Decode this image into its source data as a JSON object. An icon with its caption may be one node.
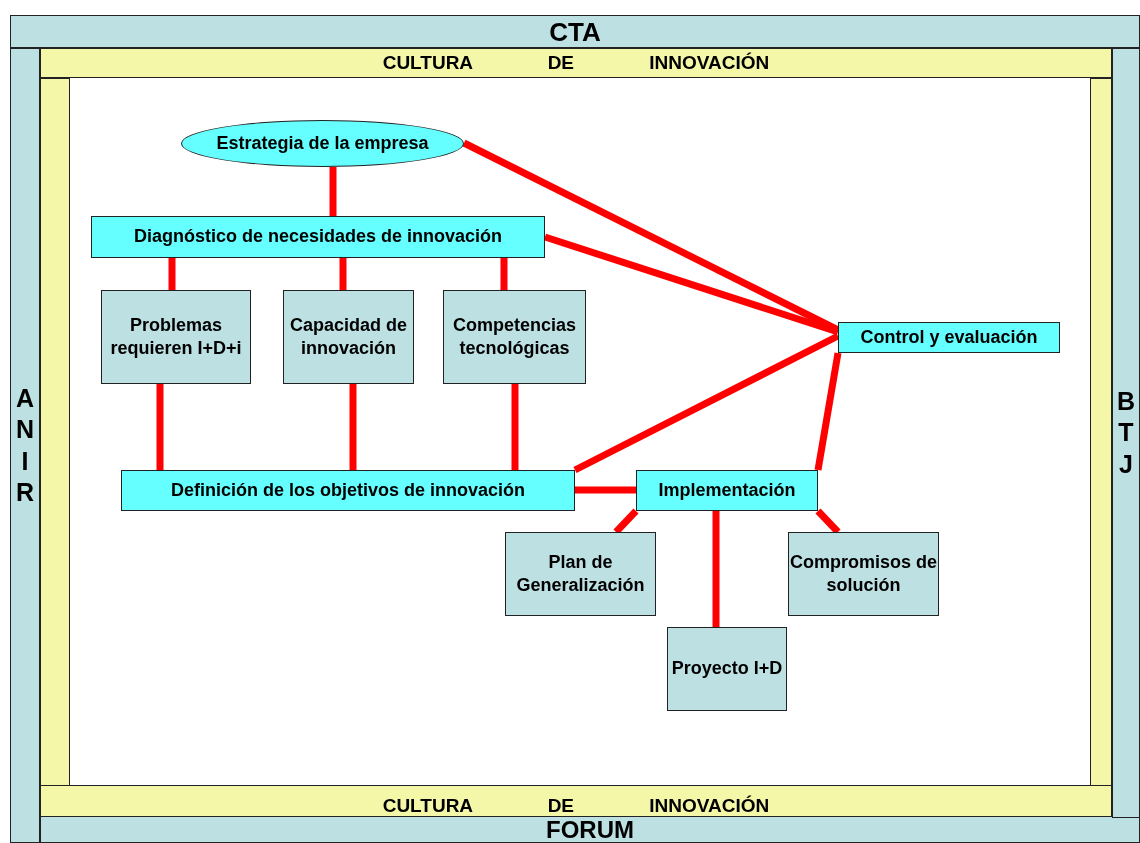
{
  "diagram": {
    "nodes": [
      {
        "text": [
          "CTA"
        ]
      },
      {
        "text": [
          "CULTURA DE INNOVACIÓN"
        ]
      },
      {
        "text": [
          "ANIR"
        ]
      },
      {
        "text": [],
        "shape": "bar"
      },
      {
        "text": [
          "Estrategia de la empresa"
        ]
      },
      {
        "text": [
          "Diagnóstico de necesidades de innovación"
        ]
      },
      {
        "text": [
          "Problemas requieren I+D+i"
        ]
      },
      {
        "text": [
          "Capacidad de innovación"
        ]
      },
      {
        "text": [
          "Competencias tecnológicas"
        ]
      },
      {
        "text": [
          "Control y evaluación"
        ]
      },
      {
        "text": [
          "Definición de los objetivos de innovación"
        ]
      },
      {
        "text": [
          "Implementación"
        ]
      },
      {
        "text": [
          "Plan de Generalización"
        ]
      },
      {
        "text": [
          "Compromisos de solución"
        ]
      },
      {
        "text": [
          "Proyecto I+D"
        ]
      },
      {
        "text": [],
        "shape": "bar"
      },
      {
        "text": [
          "BTJ"
        ]
      },
      {
        "text": [
          "CULTURA DE INNOVACIÓN"
        ]
      },
      {
        "text": [
          "FORUM"
        ]
      }
    ],
    "edges": [
      {
        "from": 4,
        "to": 5,
        "arrow": "none"
      },
      {
        "from": 4,
        "to": 9,
        "arrow": "none"
      },
      {
        "from": 5,
        "to": 9,
        "arrow": "none"
      },
      {
        "from": 5,
        "to": 6,
        "arrow": "none"
      },
      {
        "from": 5,
        "to": 7,
        "arrow": "none"
      },
      {
        "from": 5,
        "to": 8,
        "arrow": "none"
      },
      {
        "from": 6,
        "to": 10,
        "arrow": "none"
      },
      {
        "from": 7,
        "to": 10,
        "arrow": "none"
      },
      {
        "from": 8,
        "to": 10,
        "arrow": "none"
      },
      {
        "from": 10,
        "to": 9,
        "arrow": "none"
      },
      {
        "from": 9,
        "to": 11,
        "arrow": "none"
      },
      {
        "from": 10,
        "to": 11,
        "arrow": "none"
      },
      {
        "from": 11,
        "to": 12,
        "arrow": "none"
      },
      {
        "from": 11,
        "to": 14,
        "arrow": "none"
      },
      {
        "from": 11,
        "to": 13,
        "arrow": "none"
      }
    ]
  }
}
